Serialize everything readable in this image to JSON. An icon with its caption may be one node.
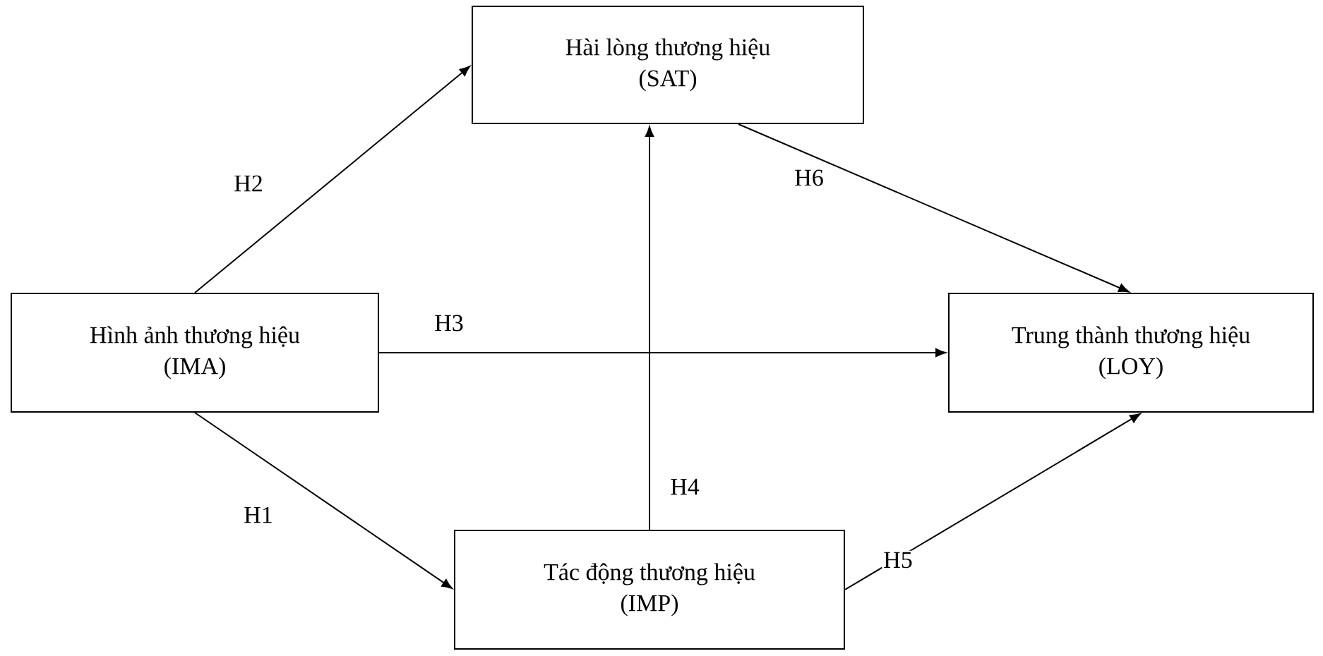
{
  "diagram": {
    "nodes": [
      {
        "text": [
          "Hài lòng thương hiệu",
          "(SAT)"
        ]
      },
      {
        "text": [
          "Hình ảnh thương hiệu",
          "(IMA)"
        ]
      },
      {
        "text": [
          "Trung thành thương hiệu",
          "(LOY)"
        ]
      },
      {
        "text": [
          "Tác động thương hiệu",
          "(IMP)"
        ]
      }
    ],
    "edges": [
      {
        "from": 1,
        "to": 0,
        "arrow": "to",
        "label": "H2"
      },
      {
        "from": 1,
        "to": 2,
        "arrow": "to",
        "label": "H3"
      },
      {
        "from": 1,
        "to": 3,
        "arrow": "to",
        "label": "H1"
      },
      {
        "from": 3,
        "to": 0,
        "arrow": "to",
        "label": "H4"
      },
      {
        "from": 0,
        "to": 2,
        "arrow": "to",
        "label": "H6"
      },
      {
        "from": 3,
        "to": 2,
        "arrow": "to",
        "label": "H5"
      }
    ]
  }
}
